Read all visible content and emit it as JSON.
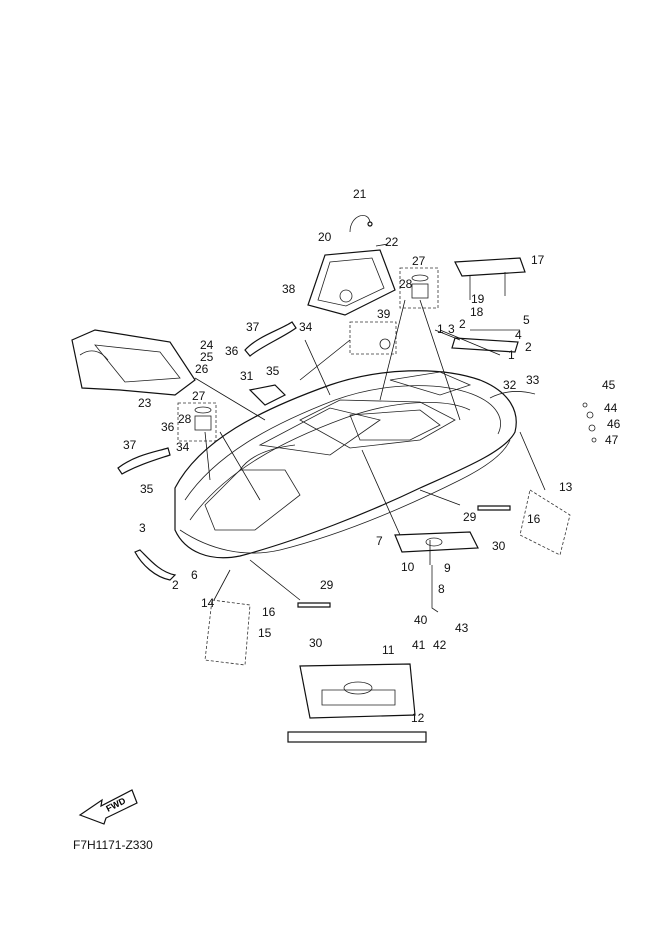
{
  "diagram_code": "F7H1171-Z330",
  "fwd_label": "FWD",
  "callouts": [
    "1",
    "2",
    "3",
    "4",
    "5",
    "6",
    "7",
    "8",
    "9",
    "10",
    "11",
    "12",
    "13",
    "14",
    "15",
    "16",
    "17",
    "18",
    "19",
    "20",
    "21",
    "22",
    "23",
    "24",
    "25",
    "26",
    "27",
    "28",
    "29",
    "30",
    "31",
    "32",
    "33",
    "34",
    "35",
    "36",
    "37",
    "38",
    "39",
    "40",
    "41",
    "42",
    "43",
    "44",
    "45",
    "46",
    "47"
  ]
}
